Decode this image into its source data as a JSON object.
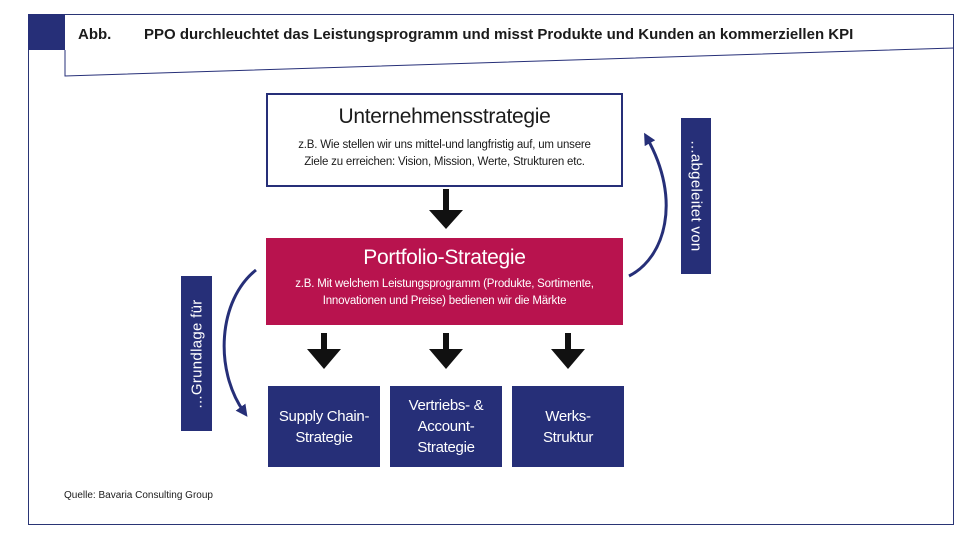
{
  "header": {
    "abb": "Abb.",
    "title": "PPO durchleuchtet das Leistungsprogramm und misst Produkte und Kunden an kommerziellen KPI"
  },
  "diagram": {
    "corporate_strategy": {
      "title": "Unternehmensstrategie",
      "desc_line1": "z.B. Wie stellen wir uns mittel-und langfristig auf, um unsere",
      "desc_line2": "Ziele zu erreichen: Vision, Mission, Werte, Strukturen etc."
    },
    "portfolio_strategy": {
      "title": "Portfolio-Strategie",
      "desc_line1": "z.B. Mit welchem Leistungsprogramm (Produkte, Sortimente,",
      "desc_line2": "Innovationen und Preise) bedienen wir die Märkte"
    },
    "sub_strategies": [
      {
        "line1": "Supply Chain-",
        "line2": "Strategie",
        "line3": ""
      },
      {
        "line1": "Vertriebs- &",
        "line2": "Account-",
        "line3": "Strategie"
      },
      {
        "line1": "Werks-",
        "line2": "Struktur",
        "line3": ""
      }
    ],
    "side_labels": {
      "right": "...abgeleitet von",
      "left": "...Grundlage für"
    }
  },
  "footer": {
    "source": "Quelle: Bavaria Consulting Group"
  },
  "colors": {
    "navy": "#262f78",
    "magenta": "#b8134e",
    "black": "#111111"
  }
}
